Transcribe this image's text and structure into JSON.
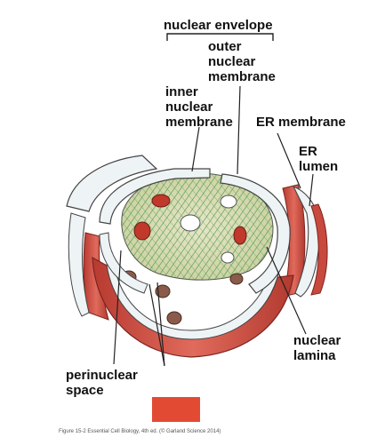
{
  "labels": {
    "nuclear_envelope": "nuclear envelope",
    "outer_membrane": "outer\nnuclear\nmembrane",
    "inner_membrane": "inner\nnuclear\nmembrane",
    "er_membrane": "ER membrane",
    "er_lumen": "ER\nlumen",
    "nuclear_lamina": "nuclear\nlamina",
    "perinuclear_space": "perinuclear\nspace"
  },
  "caption": "Figure 15-2 Essential Cell Biology, 4th ed. (© Garland Science 2014)",
  "colors": {
    "background": "#ffffff",
    "red_tissue": "#d9564a",
    "red_dark": "#a8322c",
    "membrane": "#eef3f5",
    "membrane_outline": "#444444",
    "lamina_green": "#2f8a3a",
    "lamina_bg": "#d9dcb8",
    "pore_brown": "#8a5b4a",
    "red_box": "#e34a34"
  },
  "icons": [
    "nucleus-cutaway-illustration",
    "redaction-box"
  ]
}
